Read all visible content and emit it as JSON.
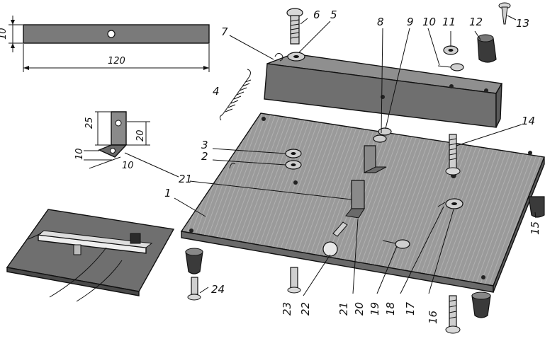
{
  "colors": {
    "ink": "#111111",
    "wood_top": "#8f8f8f",
    "wood_front": "#6f6f6f",
    "wood_side": "#5a5a5a",
    "board_top": "#9a9a9a",
    "board_edge": "#6a6a6a",
    "metal": "#d9d9d9",
    "paper": "#ffffff"
  },
  "strip_drawing": {
    "width_dim": "120",
    "height_dim": "10"
  },
  "bracket_drawing": {
    "dim_25": "25",
    "dim_20": "20",
    "dim_10_a": "10",
    "dim_10_b": "10"
  },
  "callouts": {
    "c1": "1",
    "c2": "2",
    "c3": "3",
    "c4": "4",
    "c5": "5",
    "c6": "6",
    "c7": "7",
    "c8": "8",
    "c9": "9",
    "c10": "10",
    "c11": "11",
    "c12": "12",
    "c13": "13",
    "c14": "14",
    "c15": "15",
    "c16": "16",
    "c17": "17",
    "c18": "18",
    "c19": "19",
    "c20": "20",
    "c21a": "21",
    "c21b": "21",
    "c22": "22",
    "c23": "23",
    "c24": "24"
  }
}
